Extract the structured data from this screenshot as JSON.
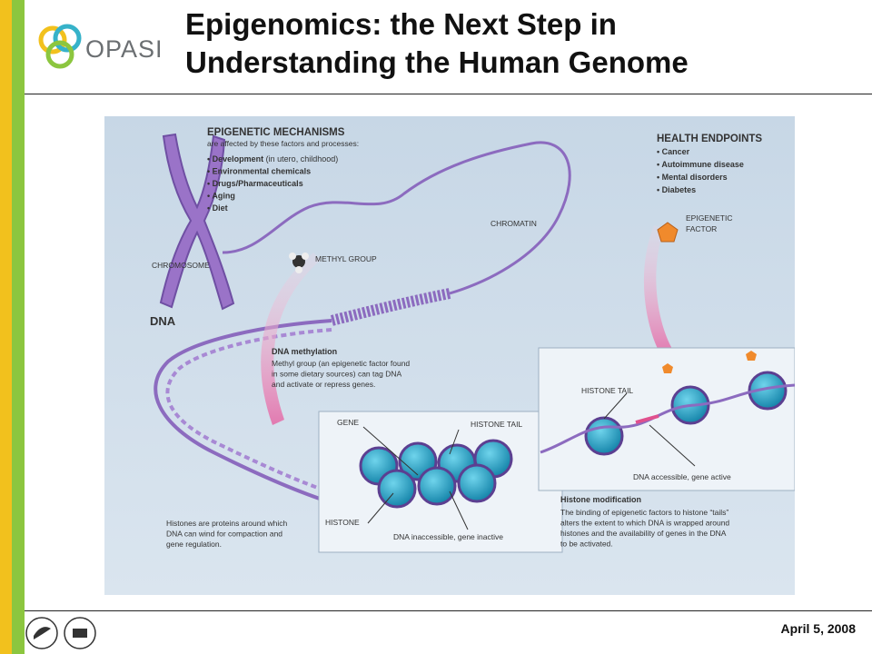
{
  "header": {
    "title_line1": "Epigenomics: the Next Step in",
    "title_line2": "Understanding the Human Genome",
    "logo_text": "OPASI"
  },
  "footer": {
    "date": "April 5, 2008"
  },
  "colors": {
    "yellow_bar": "#f2c11d",
    "green_bar": "#8cc63f",
    "figure_bg": "#cfdce8",
    "dna_purple": "#8c6bbf",
    "histone_teal": "#22a5c9"
  },
  "figure": {
    "mechanisms_title": "EPIGENETIC MECHANISMS",
    "mechanisms_sub": "are affected by these factors and processes:",
    "mechanisms": [
      {
        "bold": "Development",
        "rest": " (in utero, childhood)"
      },
      {
        "bold": "Environmental chemicals",
        "rest": ""
      },
      {
        "bold": "Drugs/Pharmaceuticals",
        "rest": ""
      },
      {
        "bold": "Aging",
        "rest": ""
      },
      {
        "bold": "Diet",
        "rest": ""
      }
    ],
    "health_title": "HEALTH ENDPOINTS",
    "health": [
      "Cancer",
      "Autoimmune disease",
      "Mental disorders",
      "Diabetes"
    ],
    "chromosome": "CHROMOSOME",
    "chromatin": "CHROMATIN",
    "methyl_group": "METHYL GROUP",
    "epigenetic_factor_1": "EPIGENETIC",
    "epigenetic_factor_2": "FACTOR",
    "dna": "DNA",
    "methylation_title": "DNA methylation",
    "methylation_lines": [
      "Methyl group (an epigenetic factor found",
      "in some dietary sources) can tag DNA",
      "and activate or repress genes."
    ],
    "gene": "GENE",
    "histone_tail_left": "HISTONE TAIL",
    "histone_tail_right": "HISTONE TAIL",
    "histone": "HISTONE",
    "dna_inaccessible": "DNA inaccessible, gene inactive",
    "dna_accessible": "DNA accessible, gene active",
    "histones_lines": [
      "Histones are proteins around which",
      "DNA can wind for compaction and",
      "gene regulation."
    ],
    "histone_mod_title": "Histone modification",
    "histone_mod_lines": [
      "The binding of epigenetic factors to histone “tails”",
      "alters the extent to which DNA is wrapped around",
      "histones and the availability of genes in the DNA",
      "to be activated."
    ]
  }
}
